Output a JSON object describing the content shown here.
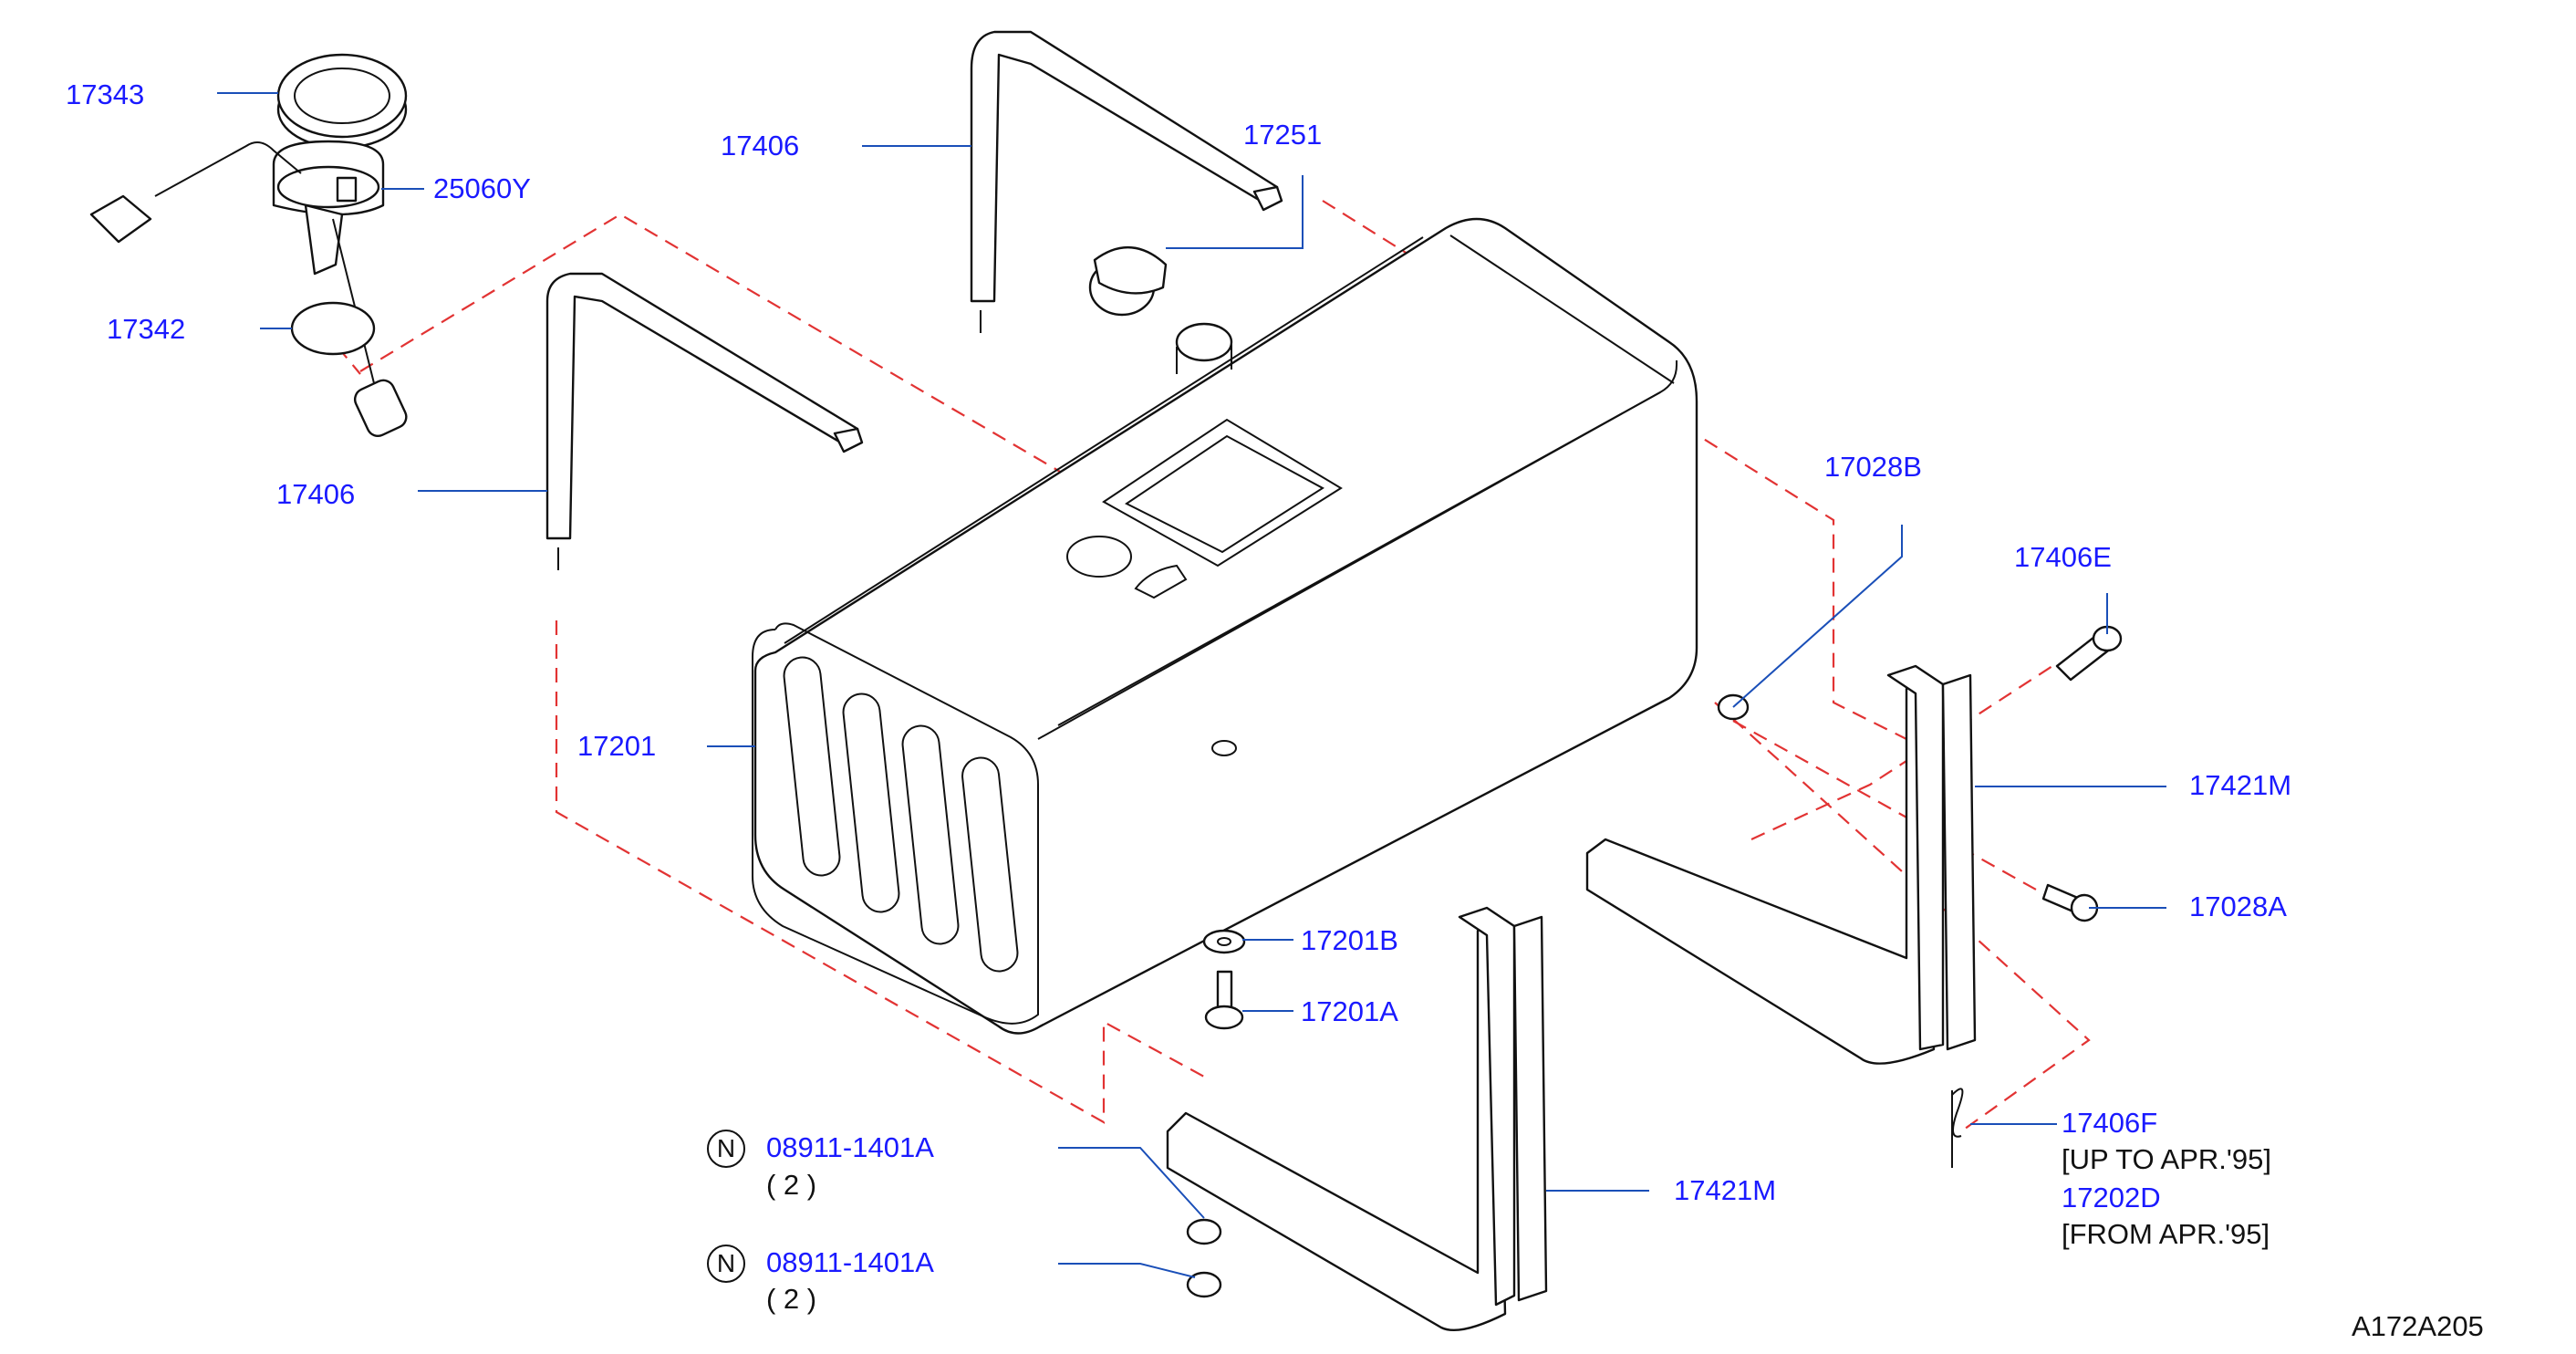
{
  "colors": {
    "label": "#1a1aff",
    "leader": "#1a4fb8",
    "dash": "#e23333",
    "line": "#111111"
  },
  "labels": {
    "l17343": "17343",
    "l25060Y": "25060Y",
    "l17342": "17342",
    "l17406_top": "17406",
    "l17251": "17251",
    "l17406_left": "17406",
    "l17201": "17201",
    "l17028B": "17028B",
    "l17406E": "17406E",
    "l17421M_right": "17421M",
    "l17028A": "17028A",
    "l17201B": "17201B",
    "l17201A": "17201A",
    "l17421M_bottom": "17421M",
    "l08911_a": "08911-1401A",
    "qty_a": "( 2 )",
    "l08911_b": "08911-1401A",
    "qty_b": "( 2 )",
    "l17406F": "17406F",
    "note_up_to": "[UP  TO  APR.'95]",
    "l17202D": "17202D",
    "note_from": "[FROM  APR.'95]",
    "badge_n": "N",
    "diagram_code": "A172A205"
  }
}
